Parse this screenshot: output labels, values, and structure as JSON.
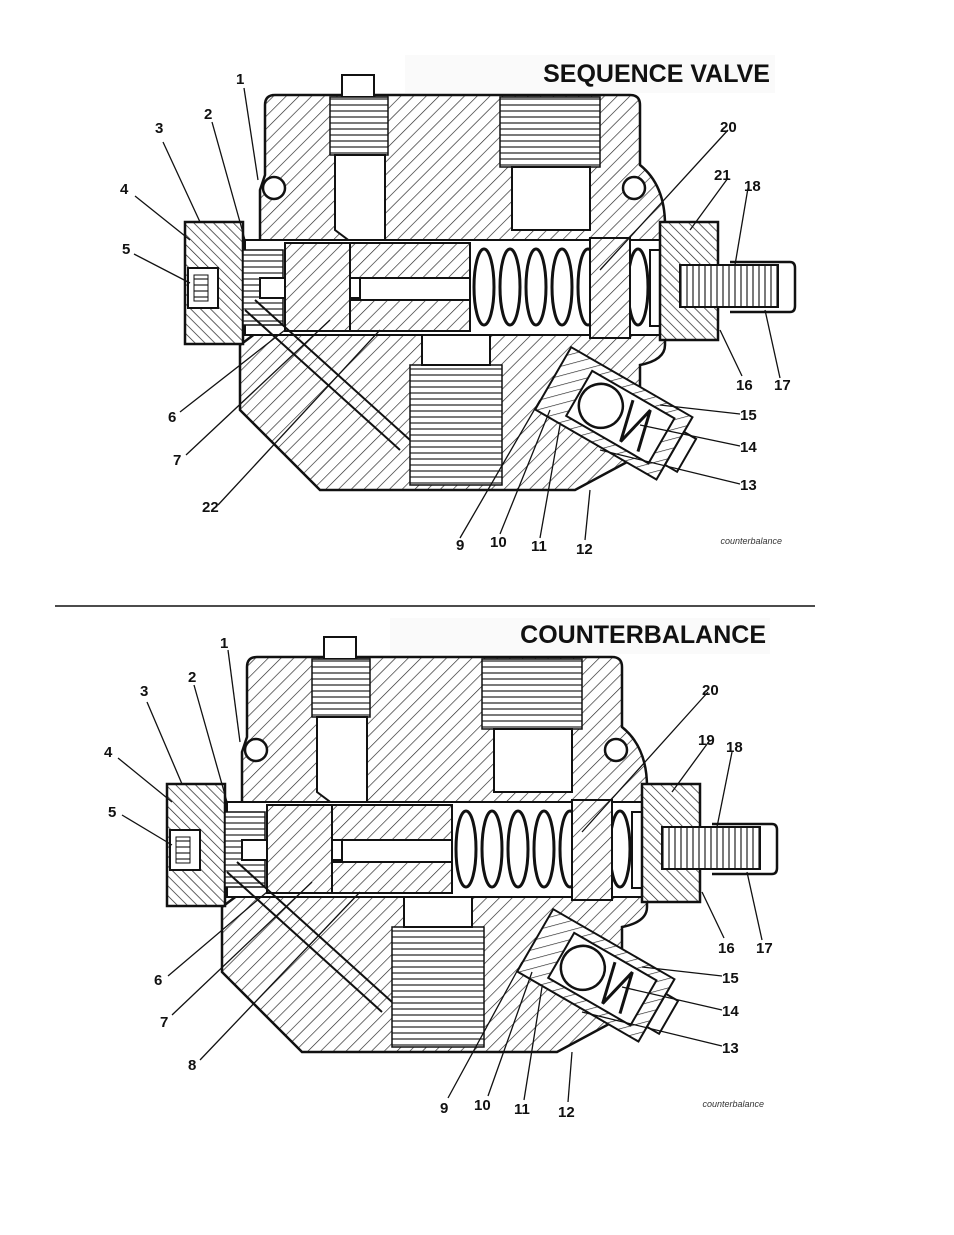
{
  "diagrams": [
    {
      "title": "SEQUENCE VALVE",
      "caption": "counterbalance",
      "callouts": [
        "1",
        "2",
        "3",
        "4",
        "5",
        "6",
        "7",
        "9",
        "10",
        "11",
        "12",
        "13",
        "14",
        "15",
        "16",
        "17",
        "18",
        "20",
        "21",
        "22"
      ]
    },
    {
      "title": "COUNTERBALANCE",
      "caption": "counterbalance",
      "callouts": [
        "1",
        "2",
        "3",
        "4",
        "5",
        "6",
        "7",
        "8",
        "9",
        "10",
        "11",
        "12",
        "13",
        "14",
        "15",
        "16",
        "17",
        "18",
        "19",
        "20"
      ]
    }
  ],
  "colors": {
    "ink": "#111111",
    "body": "#ffffff"
  }
}
